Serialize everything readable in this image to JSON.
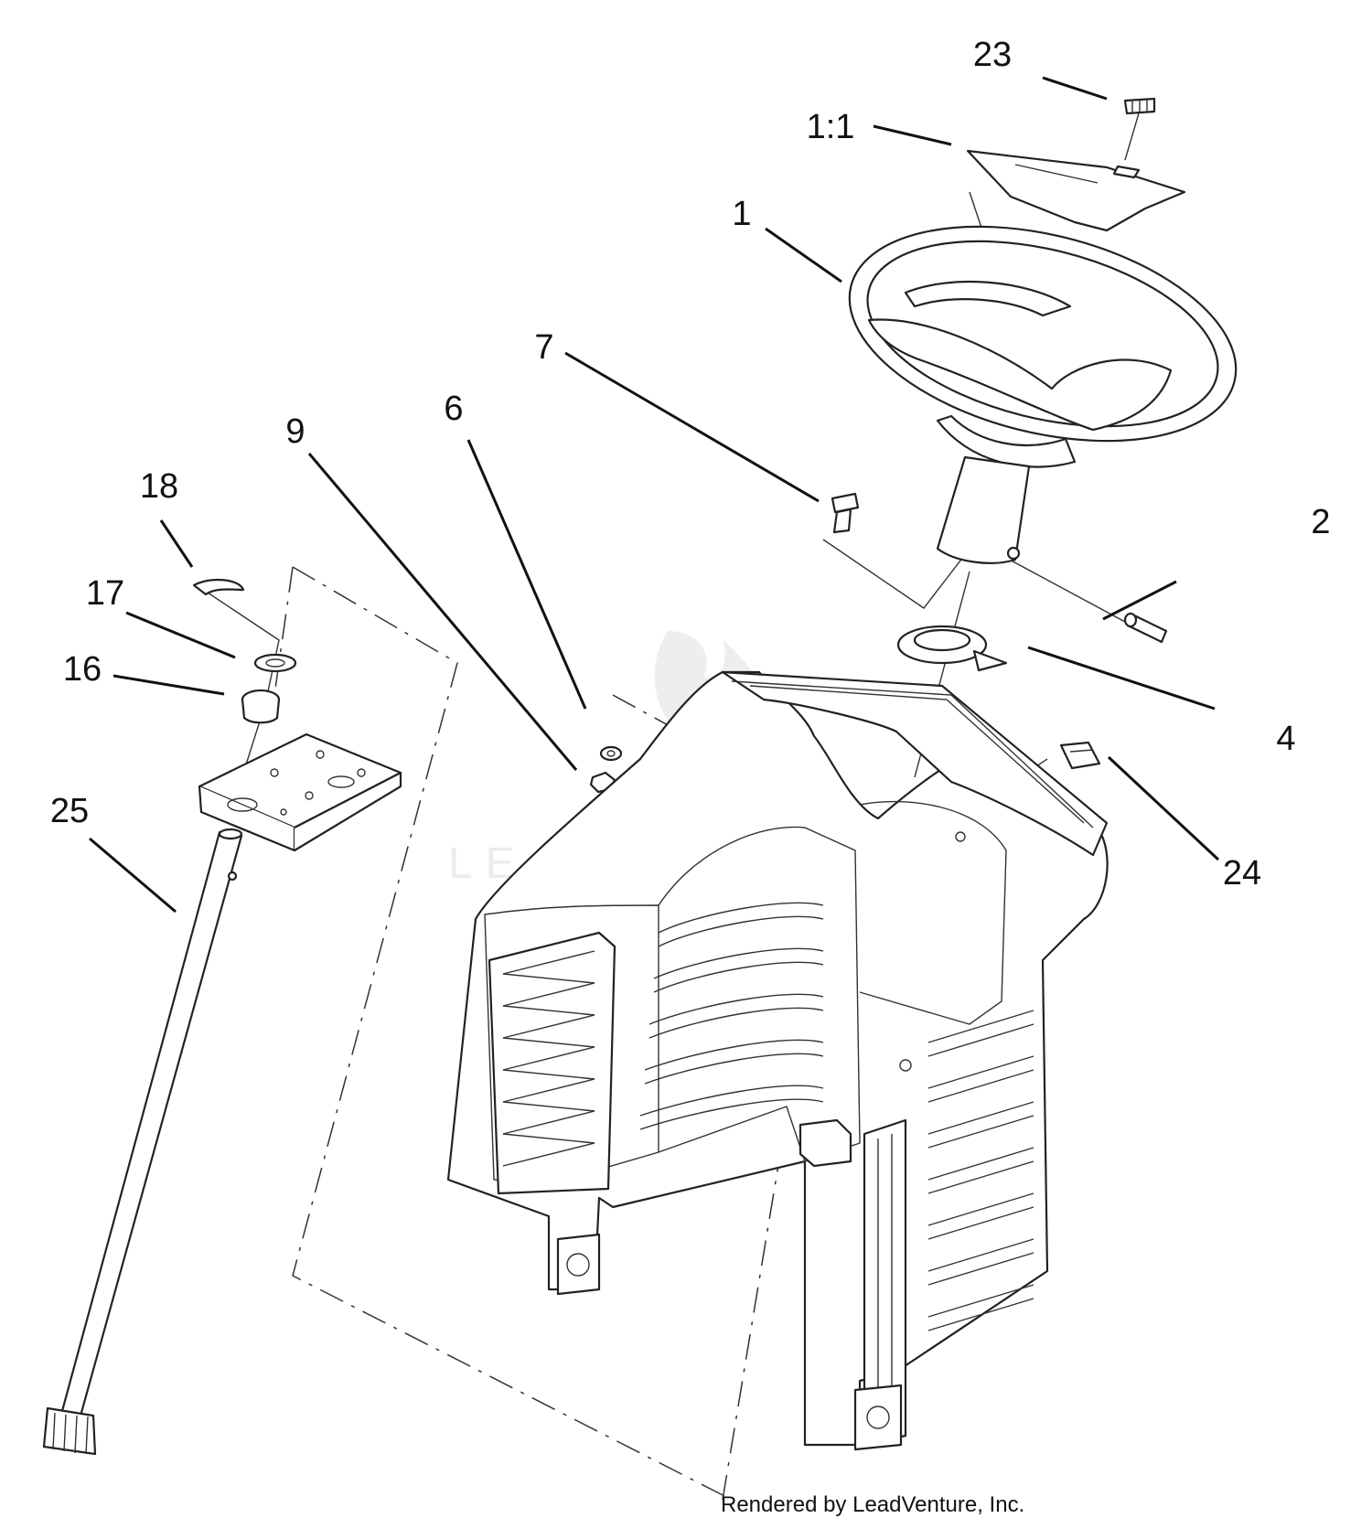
{
  "diagram": {
    "callouts": [
      {
        "id": "23",
        "label": "23"
      },
      {
        "id": "1-1",
        "label": "1:1"
      },
      {
        "id": "1",
        "label": "1"
      },
      {
        "id": "7",
        "label": "7"
      },
      {
        "id": "6",
        "label": "6"
      },
      {
        "id": "9",
        "label": "9"
      },
      {
        "id": "18",
        "label": "18"
      },
      {
        "id": "17",
        "label": "17"
      },
      {
        "id": "16",
        "label": "16"
      },
      {
        "id": "2",
        "label": "2"
      },
      {
        "id": "4",
        "label": "4"
      },
      {
        "id": "24",
        "label": "24"
      },
      {
        "id": "25",
        "label": "25"
      }
    ],
    "watermark": "LEADVENTURE",
    "credit": "Rendered by LeadVenture, Inc."
  }
}
